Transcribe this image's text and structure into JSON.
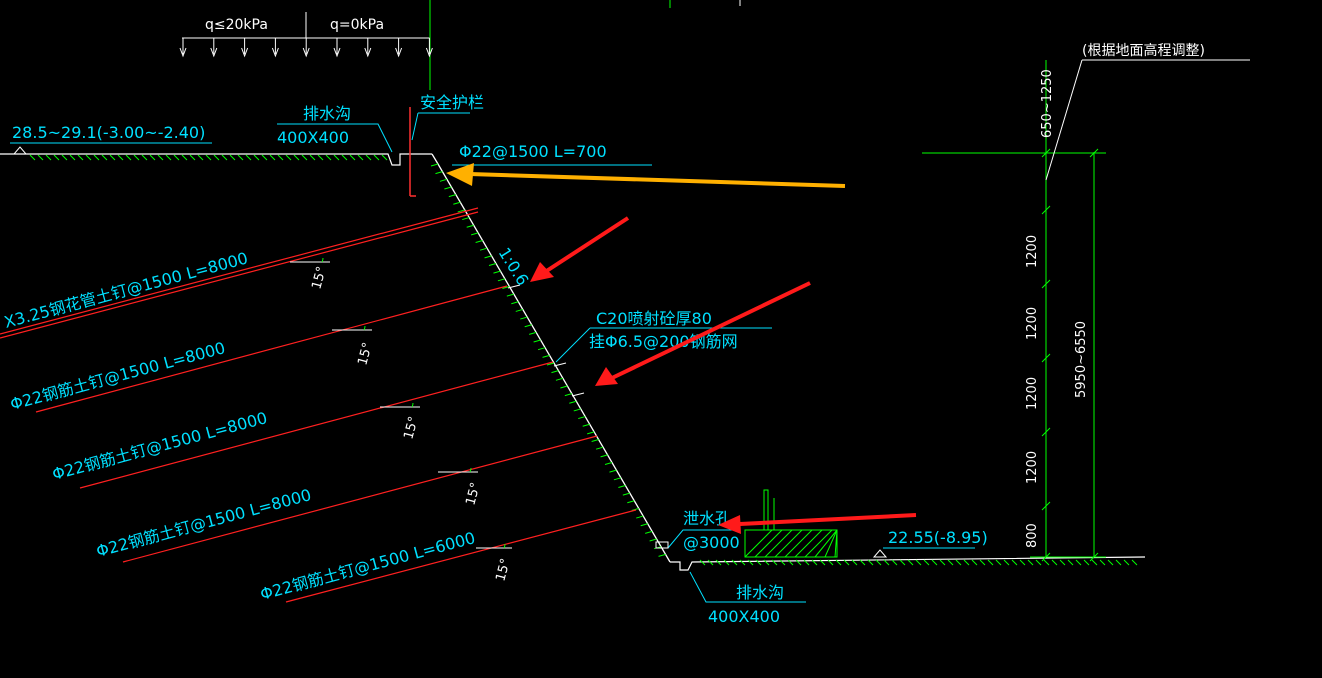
{
  "colors": {
    "background": "#000000",
    "ground": "#ffffff",
    "green": "#00ff00",
    "cyan_text": "#00e0ff",
    "nail": "#ff2020",
    "arrow_red": "#ff1a1a",
    "arrow_orange": "#ffb000",
    "rail": "#ff3030"
  },
  "load": {
    "left": "q≤20kPa",
    "right": "q=0kPa"
  },
  "top_ground_elev": "28.5~29.1(-3.00~-2.40)",
  "top_ditch": {
    "name": "排水沟",
    "size": "400X400"
  },
  "guardrail": "安全护栏",
  "top_nail": "Φ22@1500  L=700",
  "slope_ratio": "1:0.6",
  "shotcrete": {
    "line1": "C20喷射砼厚80",
    "line2": "挂Φ6.5@200钢筋网"
  },
  "nails": [
    {
      "label": "X3.25钢花管土钉@1500  L=8000",
      "angle": "15°"
    },
    {
      "label": "Φ22钢筋土钉@1500  L=8000",
      "angle": "15°"
    },
    {
      "label": "Φ22钢筋土钉@1500  L=8000",
      "angle": "15°"
    },
    {
      "label": "Φ22钢筋土钉@1500  L=8000",
      "angle": "15°"
    },
    {
      "label": "Φ22钢筋土钉@1500  L=6000",
      "angle": "15°"
    }
  ],
  "weep_hole": {
    "name": "泄水孔",
    "spacing": "@3000"
  },
  "bottom_elev": "22.55(-8.95)",
  "bottom_ditch": {
    "name": "排水沟",
    "size": "400X400"
  },
  "adjust_note": "(根据地面高程调整)",
  "dims": {
    "top": "650~1250",
    "segments": [
      "1200",
      "1200",
      "1200",
      "1200",
      "800"
    ],
    "total": "5950~6550"
  }
}
